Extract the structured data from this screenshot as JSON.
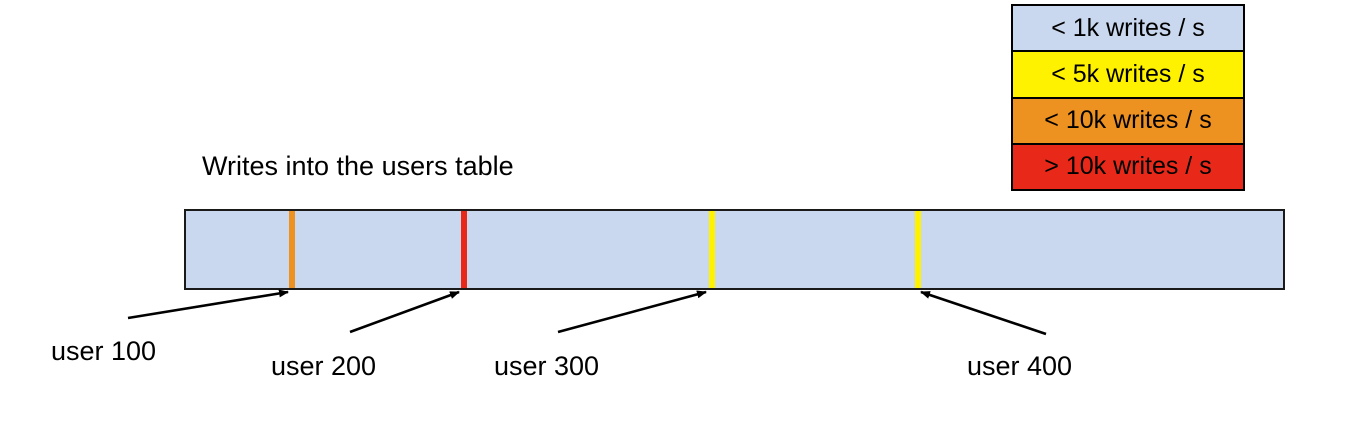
{
  "chart_data": {
    "type": "bar",
    "title": "Writes into the users table",
    "description": "Horizontal range/partition bar representing the users table keyspace, with colored stripes marking write hot-spots at specific user rows.",
    "xlabel": "",
    "ylabel": "",
    "legend_position": "top-right",
    "grid": false,
    "categories": [
      "user 100",
      "user 200",
      "user 300",
      "user 400"
    ],
    "series": [
      {
        "name": "write rate bucket",
        "values": [
          "< 10k writes / s",
          "> 10k writes / s",
          "< 5k writes / s",
          "< 5k writes / s"
        ],
        "colors": [
          "#ED9121",
          "#E8291A",
          "#FFF200",
          "#FFF200"
        ]
      }
    ],
    "baseline_bucket": "< 1k writes / s",
    "baseline_color": "#C9D8EE"
  },
  "legend": {
    "rows": [
      {
        "label": "< 1k writes / s",
        "color": "#C9D8EE"
      },
      {
        "label": "< 5k writes / s",
        "color": "#FFF200"
      },
      {
        "label": "< 10k writes / s",
        "color": "#ED9121"
      },
      {
        "label": "> 10k writes / s",
        "color": "#E8291A"
      }
    ]
  },
  "diagram": {
    "title_label": "Writes into the users table",
    "bar": {
      "fill_color": "#C9D8EE",
      "border_color": "#1A1A1A"
    },
    "markers": [
      {
        "label": "user 100",
        "color": "#ED9121",
        "bucket": "< 10k writes / s"
      },
      {
        "label": "user 200",
        "color": "#E8291A",
        "bucket": "> 10k writes / s"
      },
      {
        "label": "user 300",
        "color": "#FFF200",
        "bucket": "< 5k writes / s"
      },
      {
        "label": "user 400",
        "color": "#FFF200",
        "bucket": "< 5k writes / s"
      }
    ]
  }
}
